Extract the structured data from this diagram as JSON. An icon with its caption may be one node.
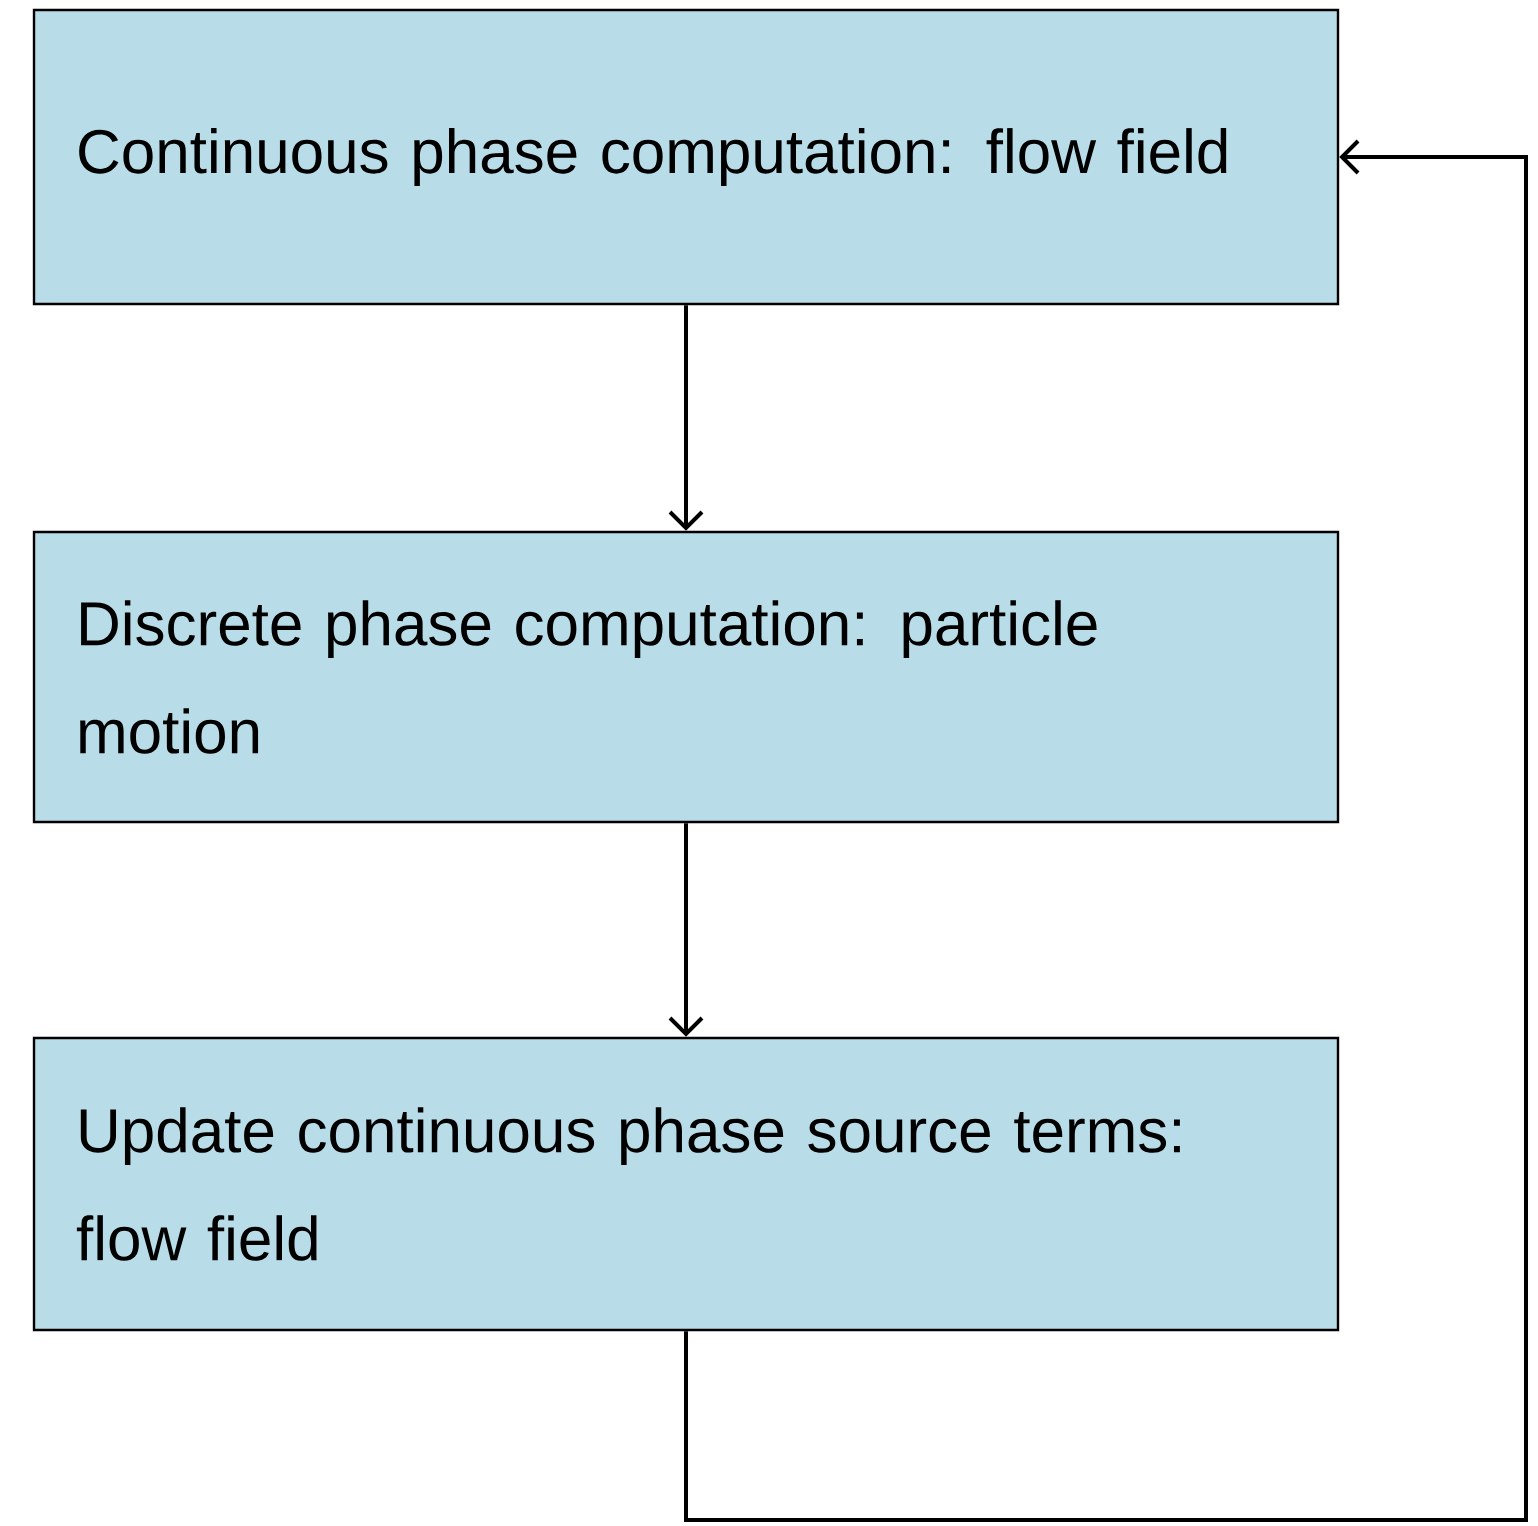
{
  "diagram": {
    "nodes": [
      {
        "text": [
          "Continuous phase computation: flow field"
        ]
      },
      {
        "text": [
          "Discrete phase computation: particle motion"
        ]
      },
      {
        "text": [
          "Update continuous phase source terms: flow field"
        ]
      }
    ],
    "edges": [
      {
        "from": 0,
        "to": 1,
        "arrow": "to"
      },
      {
        "from": 1,
        "to": 2,
        "arrow": "to"
      },
      {
        "from": 2,
        "to": 0,
        "arrow": "to"
      }
    ]
  }
}
